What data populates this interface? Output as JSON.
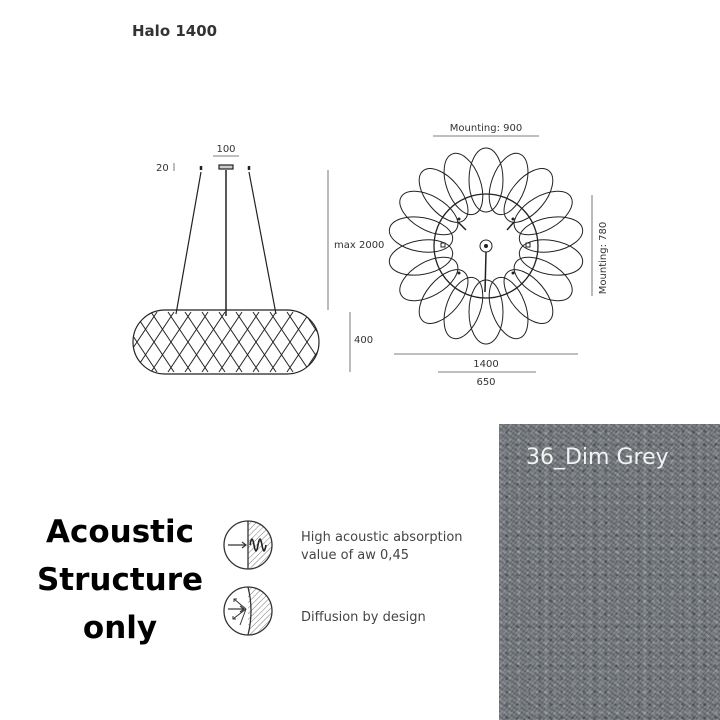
{
  "product": {
    "title": "Halo 1400"
  },
  "dimensions": {
    "top_width": "100",
    "canopy_height": "20",
    "cable_max": "max 2000",
    "body_height": "400",
    "mounting_width": "Mounting: 900",
    "mounting_depth": "Mounting: 780",
    "diameter": "1400",
    "inner_diameter": "650"
  },
  "headline": {
    "line1": "Acoustic",
    "line2": "Structure",
    "line3": "only"
  },
  "features": [
    {
      "icon": "acoustic-absorption-icon",
      "line1": "High acoustic absorption",
      "line2": "value of aw 0,45"
    },
    {
      "icon": "diffusion-icon",
      "line1": "Diffusion by design"
    }
  ],
  "swatch": {
    "label": "36_Dim Grey",
    "color": "#6f7479"
  }
}
